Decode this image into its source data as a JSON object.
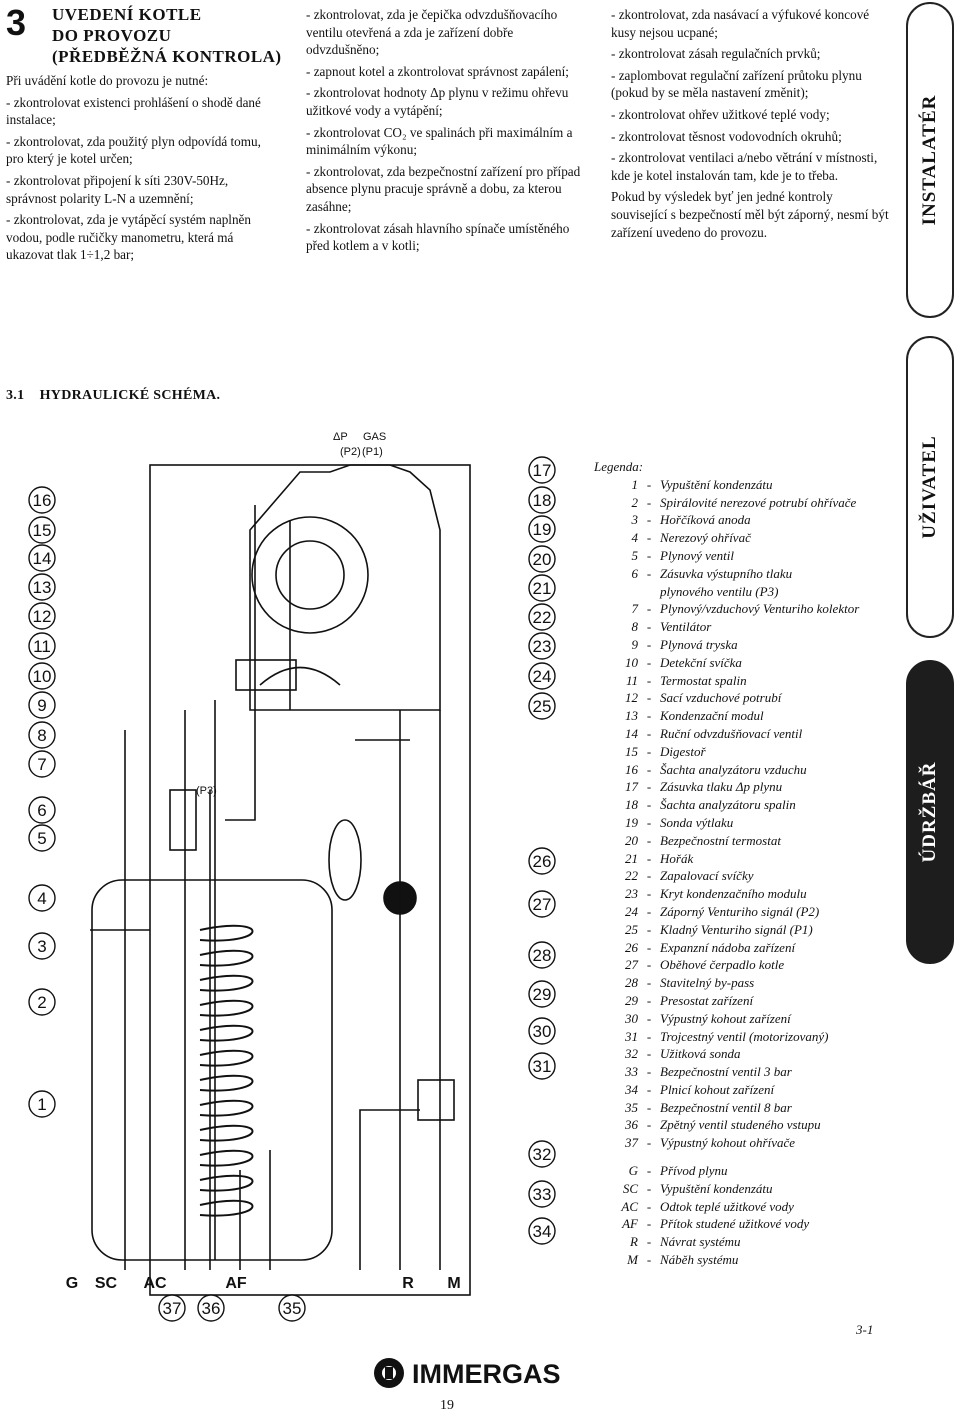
{
  "chapter": {
    "number": "3",
    "title_line1": "UVEDENÍ KOTLE",
    "title_line2": "DO PROVOZU",
    "title_line3": "(PŘEDBĚŽNÁ KONTROLA)"
  },
  "col1": [
    "Při uvádění kotle do provozu je nutné:",
    "- zkontrolovat existenci prohlášení o shodě dané instalace;",
    "- zkontrolovat, zda použitý plyn odpovídá tomu, pro který je kotel určen;",
    "- zkontrolovat připojení k síti 230V-50Hz, správnost polarity L-N a uzemnění;",
    "- zkontrolovat, zda je vytápěcí systém naplněn vodou, podle ručičky manometru, která má ukazovat tlak 1÷1,2 bar;"
  ],
  "col2": [
    "- zkontrolovat, zda je čepička odvzdušňovacího ventilu otevřená a zda je zařízení dobře odvzdušněno;",
    "- zapnout kotel a zkontrolovat správnost zapálení;",
    "- zkontrolovat hodnoty Δp plynu v režimu ohřevu užitkové vody a vytápění;",
    "- zkontrolovat CO₂ ve spalinách při maximálním a minimálním výkonu;",
    "- zkontrolovat, zda bezpečnostní zařízení pro případ absence plynu pracuje správně a dobu, za kterou zasáhne;",
    "- zkontrolovat zásah hlavního spínače umístěného před kotlem a v kotli;"
  ],
  "col3": [
    "- zkontrolovat, zda nasávací a výfukové koncové kusy nejsou ucpané;",
    "- zkontrolovat zásah regulačních prvků;",
    "- zaplombovat regulační zařízení průtoku plynu (pokud by se měla nastavení změnit);",
    "- zkontrolovat ohřev užitkové teplé vody;",
    "- zkontrolovat těsnost vodovodních okruhů;",
    "- zkontrolovat ventilaci a/nebo větrání v místnosti, kde je kotel instalován tam, kde je to třeba.",
    "Pokud by výsledek byť jen jedné kontroly související s bezpečností měl být záporný, nesmí být zařízení uvedeno do provozu."
  ],
  "tabs": {
    "installer": "INSTALATÉR",
    "user": "UŽIVATEL",
    "maintainer": "ÚDRŽBÁŘ"
  },
  "section": {
    "number": "3.1",
    "title": "HYDRAULICKÉ SCHÉMA."
  },
  "diagram": {
    "header_dp": "ΔP",
    "header_gas": "GAS",
    "header_p2": "(P2)",
    "header_p1": "(P1)",
    "p3": "(P3)",
    "left_numbers": [
      "16",
      "15",
      "14",
      "13",
      "12",
      "11",
      "10",
      "9",
      "8",
      "7",
      "6",
      "5",
      "4",
      "3",
      "2",
      "1"
    ],
    "right_numbers_top": [
      "17",
      "18",
      "19",
      "20",
      "21",
      "22",
      "23",
      "24",
      "25"
    ],
    "right_numbers_mid": [
      "26",
      "27",
      "28",
      "29",
      "30",
      "31"
    ],
    "right_numbers_low": [
      "32",
      "33",
      "34"
    ],
    "bottom_numbers": [
      "37",
      "36",
      "35"
    ],
    "bottom_labels": [
      "G",
      "SC",
      "AC",
      "AF",
      "R",
      "M"
    ]
  },
  "legend": {
    "title": "Legenda:",
    "items": [
      {
        "n": "1",
        "t": "Vypuštění kondenzátu"
      },
      {
        "n": "2",
        "t": "Spirálovité nerezové potrubí ohřívače"
      },
      {
        "n": "3",
        "t": "Hořčíková anoda"
      },
      {
        "n": "4",
        "t": "Nerezový ohřívač"
      },
      {
        "n": "5",
        "t": "Plynový ventil"
      },
      {
        "n": "6",
        "t": "Zásuvka výstupního tlaku"
      },
      {
        "n": "",
        "t": "plynového ventilu (P3)"
      },
      {
        "n": "7",
        "t": "Plynový/vzduchový Venturiho kolektor"
      },
      {
        "n": "8",
        "t": "Ventilátor"
      },
      {
        "n": "9",
        "t": "Plynová tryska"
      },
      {
        "n": "10",
        "t": "Detekční svíčka"
      },
      {
        "n": "11",
        "t": "Termostat spalin"
      },
      {
        "n": "12",
        "t": "Sací vzduchové potrubí"
      },
      {
        "n": "13",
        "t": "Kondenzační modul"
      },
      {
        "n": "14",
        "t": "Ruční odvzdušňovací ventil"
      },
      {
        "n": "15",
        "t": "Digestoř"
      },
      {
        "n": "16",
        "t": "Šachta analyzátoru vzduchu"
      },
      {
        "n": "17",
        "t": "Zásuvka tlaku Δp plynu"
      },
      {
        "n": "18",
        "t": "Šachta analyzátoru spalin"
      },
      {
        "n": "19",
        "t": "Sonda výtlaku"
      },
      {
        "n": "20",
        "t": "Bezpečnostní termostat"
      },
      {
        "n": "21",
        "t": "Hořák"
      },
      {
        "n": "22",
        "t": "Zapalovací svíčky"
      },
      {
        "n": "23",
        "t": "Kryt kondenzačního modulu"
      },
      {
        "n": "24",
        "t": "Záporný Venturiho signál (P2)"
      },
      {
        "n": "25",
        "t": "Kladný Venturiho signál (P1)"
      },
      {
        "n": "26",
        "t": "Expanzní nádoba zařízení"
      },
      {
        "n": "27",
        "t": "Oběhové čerpadlo kotle"
      },
      {
        "n": "28",
        "t": "Stavitelný by-pass"
      },
      {
        "n": "29",
        "t": "Presostat zařízení"
      },
      {
        "n": "30",
        "t": "Výpustný kohout zařízení"
      },
      {
        "n": "31",
        "t": "Trojcestný ventil (motorizovaný)"
      },
      {
        "n": "32",
        "t": "Užitková sonda"
      },
      {
        "n": "33",
        "t": "Bezpečnostní ventil 3 bar"
      },
      {
        "n": "34",
        "t": "Plnicí kohout zařízení"
      },
      {
        "n": "35",
        "t": "Bezpečnostní ventil 8 bar"
      },
      {
        "n": "36",
        "t": "Zpětný ventil studeného vstupu"
      },
      {
        "n": "37",
        "t": "Výpustný kohout ohřívače"
      }
    ],
    "codes": [
      {
        "n": "G",
        "t": "Přívod plynu"
      },
      {
        "n": "SC",
        "t": "Vypuštění kondenzátu"
      },
      {
        "n": "AC",
        "t": "Odtok teplé užitkové vody"
      },
      {
        "n": "AF",
        "t": "Přítok studené užitkové vody"
      },
      {
        "n": "R",
        "t": "Návrat systému"
      },
      {
        "n": "M",
        "t": "Náběh systému"
      }
    ]
  },
  "figure_ref": "3-1",
  "page_number": "19",
  "brand": "IMMERGAS"
}
